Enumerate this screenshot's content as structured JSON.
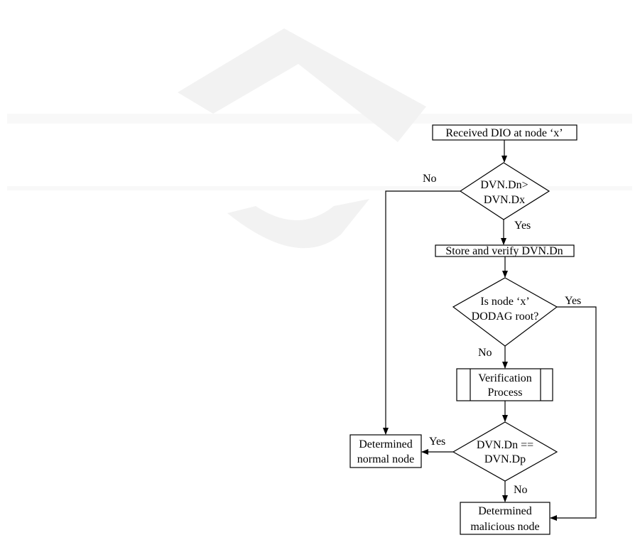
{
  "watermark": {
    "title": "SCITEPRESS",
    "subtitle": "SCIENCE AND TECHNOLOGY PUBLICATIONS"
  },
  "nodes": {
    "start": "Received DIO at node ‘x’",
    "decision1": [
      "DVN.Dn>",
      "DVN.Dx"
    ],
    "store": "Store and verify DVN.Dn",
    "decision2": [
      "Is node ‘x’",
      "DODAG root?"
    ],
    "verification": [
      "Verification",
      "Process"
    ],
    "decision3": [
      "DVN.Dn ==",
      "DVN.Dp"
    ],
    "normal": [
      "Determined",
      "normal node"
    ],
    "malicious": [
      "Determined",
      "malicious node"
    ]
  },
  "edge_labels": {
    "d1_no": "No",
    "d1_yes": "Yes",
    "d2_yes": "Yes",
    "d2_no": "No",
    "d3_yes": "Yes",
    "d3_no": "No"
  }
}
